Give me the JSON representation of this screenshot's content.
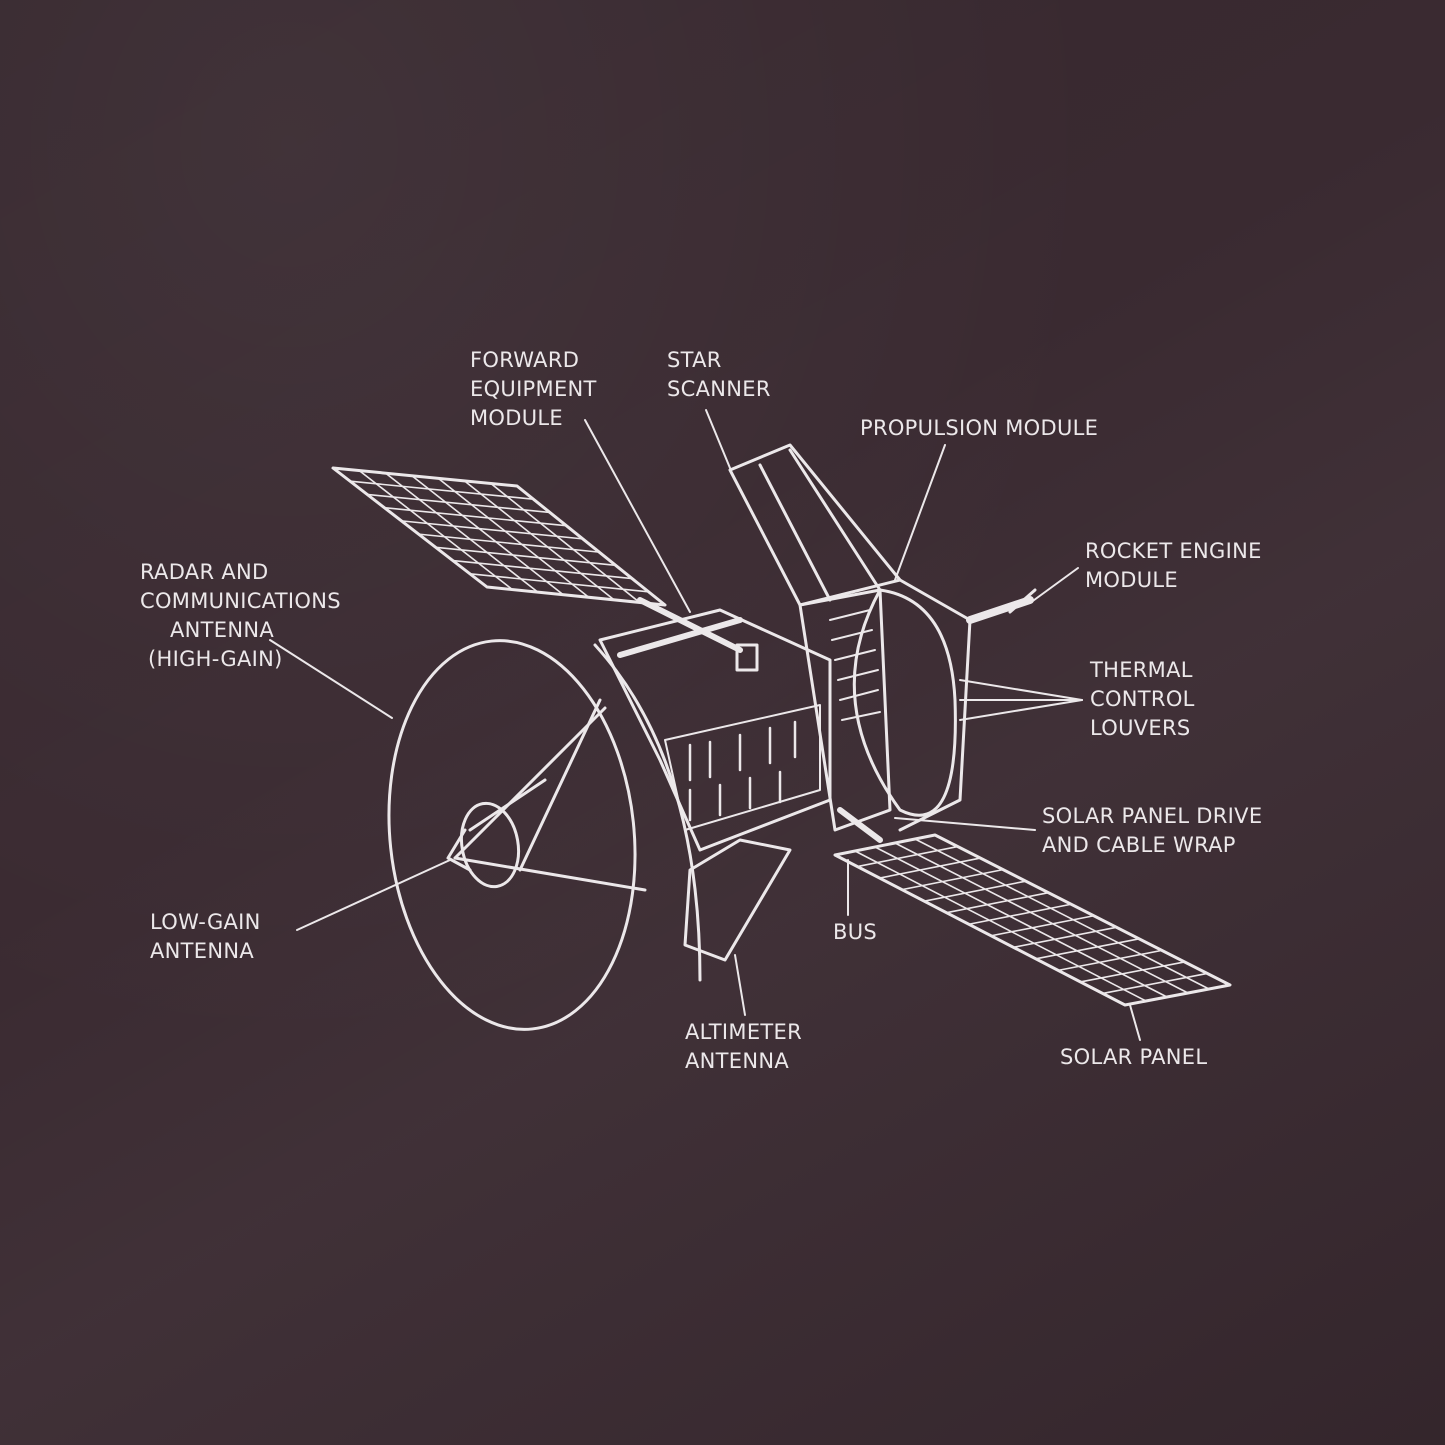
{
  "colors": {
    "background": "#3a2a31",
    "ink": "#ece8ea"
  },
  "labels": {
    "forward_equipment_module": [
      "FORWARD",
      "EQUIPMENT",
      "MODULE"
    ],
    "star_scanner": [
      "STAR",
      "SCANNER"
    ],
    "propulsion_module": [
      "PROPULSION MODULE"
    ],
    "rocket_engine_module": [
      "ROCKET ENGINE",
      "MODULE"
    ],
    "thermal_control_louvers": [
      "THERMAL",
      "CONTROL",
      "LOUVERS"
    ],
    "solar_panel_drive": [
      "SOLAR PANEL DRIVE",
      "AND CABLE WRAP"
    ],
    "bus": [
      "BUS"
    ],
    "solar_panel": [
      "SOLAR PANEL"
    ],
    "altimeter_antenna": [
      "ALTIMETER",
      "ANTENNA"
    ],
    "low_gain_antenna": [
      "LOW-GAIN",
      "ANTENNA"
    ],
    "high_gain_antenna": [
      "RADAR AND",
      "COMMUNICATIONS",
      "ANTENNA",
      "(HIGH-GAIN)"
    ]
  }
}
